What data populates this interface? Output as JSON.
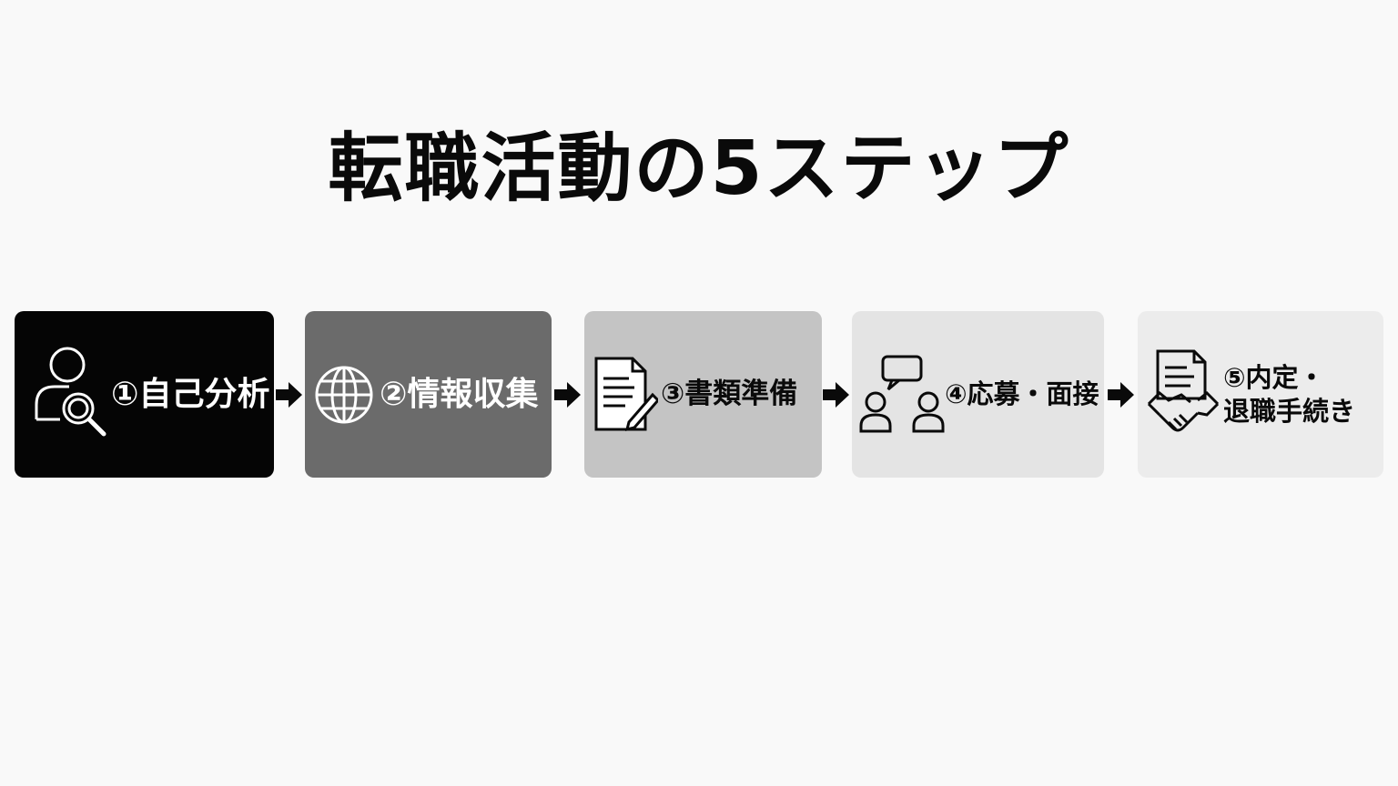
{
  "title": "転職活動の5ステップ",
  "steps": [
    {
      "label": "①自己分析",
      "icon": "person-search-icon",
      "bg": "#050505",
      "fg": "#ffffff"
    },
    {
      "label": "②情報収集",
      "icon": "globe-icon",
      "bg": "#6b6b6b",
      "fg": "#ffffff"
    },
    {
      "label": "③書類準備",
      "icon": "document-pen-icon",
      "bg": "#c4c4c4",
      "fg": "#0a0a0a"
    },
    {
      "label": "④応募・面接",
      "icon": "interview-icon",
      "bg": "#e4e4e4",
      "fg": "#0a0a0a"
    },
    {
      "label_line1": "⑤内定・",
      "label_line2": "退職手続き",
      "icon": "handshake-contract-icon",
      "bg": "#ececec",
      "fg": "#0a0a0a"
    }
  ]
}
